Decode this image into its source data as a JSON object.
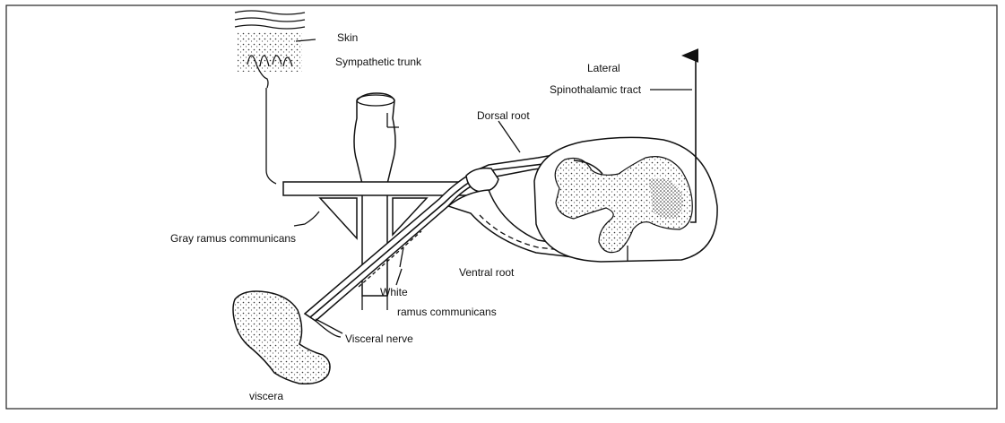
{
  "labels": {
    "skin": "Skin",
    "sympathetic_trunk": "Sympathetic trunk",
    "lateral": "Lateral",
    "spinothalamic_tract": "Spinothalamic tract",
    "dorsal_root": "Dorsal root",
    "gray_ramus": "Gray ramus communicans",
    "ventral_root": "Ventral root",
    "white": "White",
    "ramus_communicans": "ramus communicans",
    "visceral_nerve": "Visceral nerve",
    "viscera": "viscera"
  }
}
